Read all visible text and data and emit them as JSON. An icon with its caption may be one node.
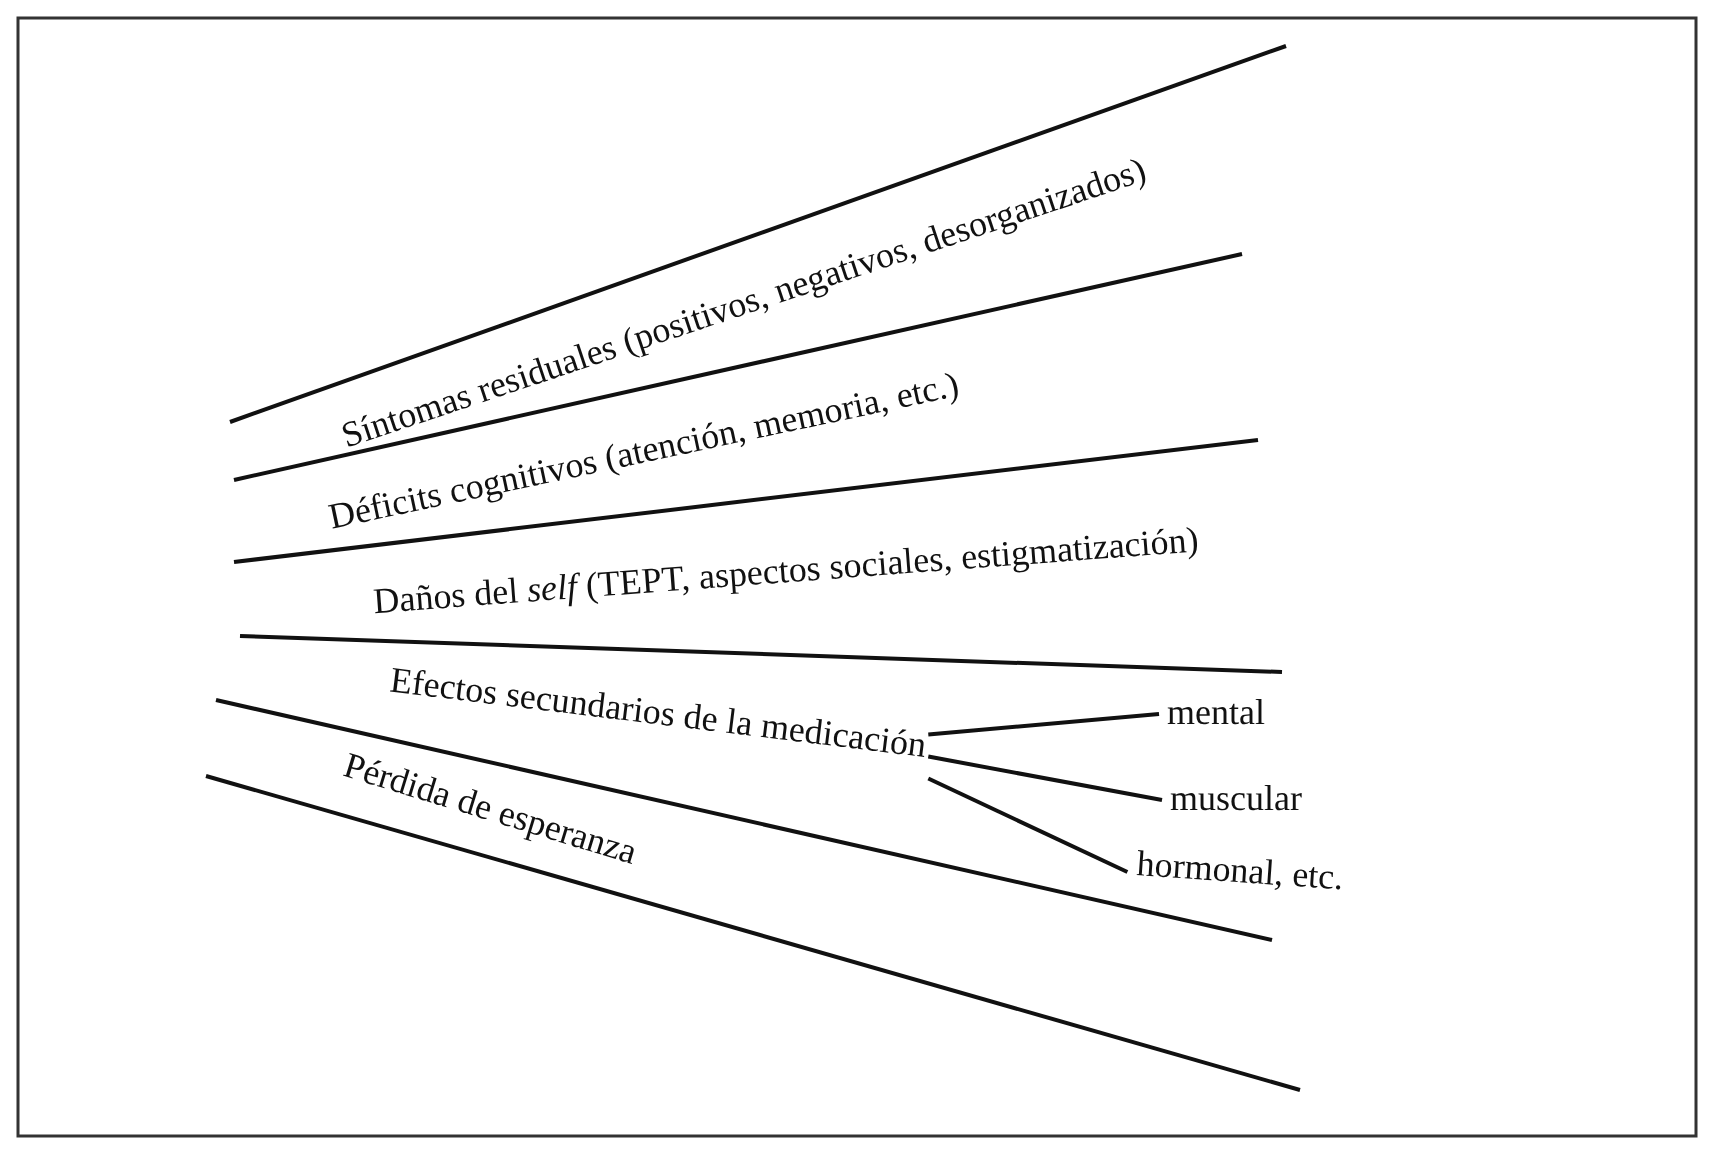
{
  "diagram": {
    "nodes": [
      {
        "text": [
          "Efectos secundarios de la medicación"
        ]
      },
      {
        "text": [
          "mental"
        ]
      },
      {
        "text": [
          "muscular"
        ]
      },
      {
        "text": [
          "hormonal, etc."
        ]
      }
    ],
    "edges": [
      {
        "from": 0,
        "to": 1,
        "arrow": "none"
      },
      {
        "from": 0,
        "to": 2,
        "arrow": "none"
      },
      {
        "from": 0,
        "to": 3,
        "arrow": "none"
      }
    ],
    "labels": [
      "Síntomas residuales (positivos, negativos, desorganizados)",
      "Déficits cognitivos (atención, memoria, etc.)",
      "Daños del *self* (TEPT, aspectos sociales, estigmatización)",
      "Pérdida de esperanza"
    ]
  }
}
